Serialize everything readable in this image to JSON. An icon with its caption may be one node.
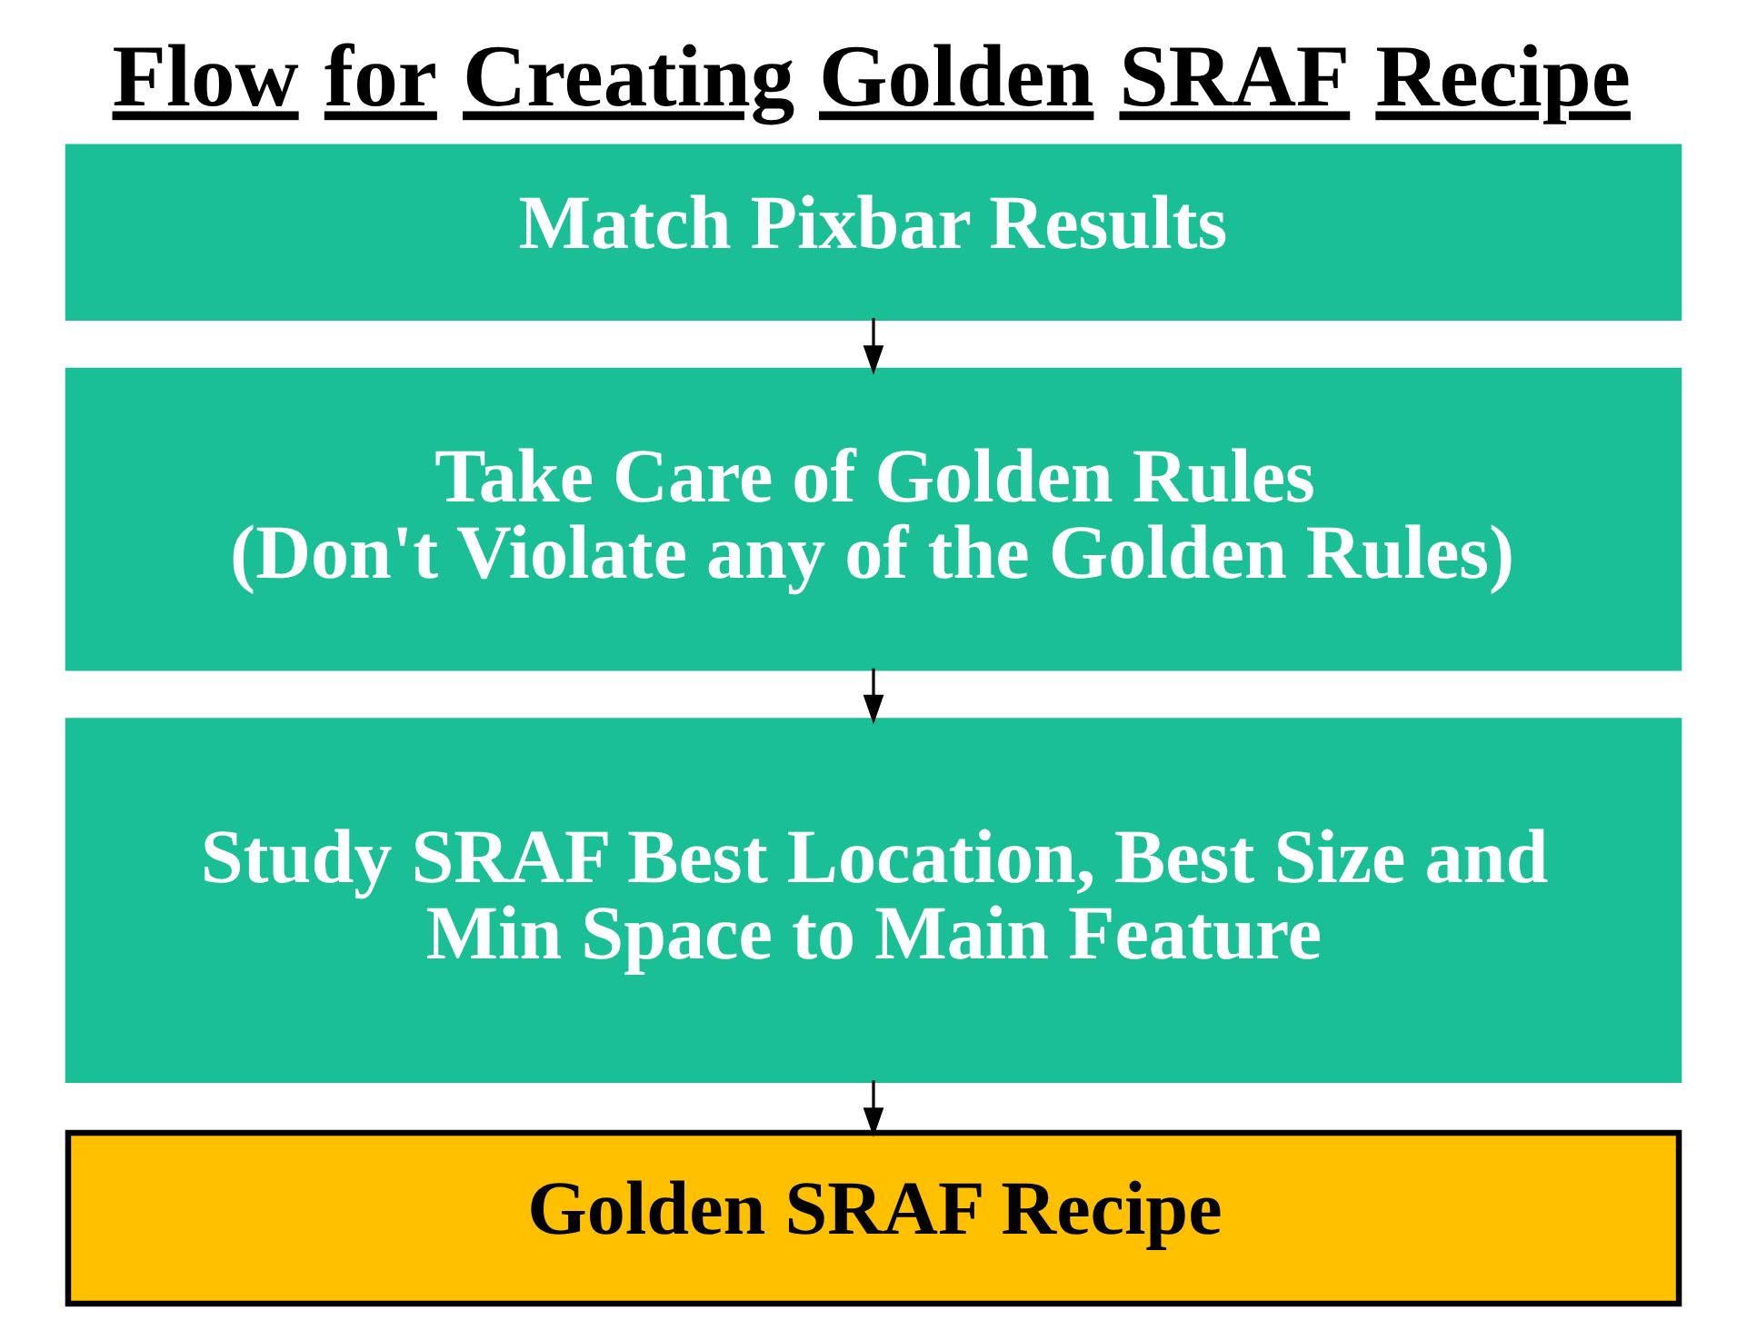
{
  "diagram": {
    "title": "Flow for Creating Golden SRAF Recipe",
    "nodes": [
      {
        "text": [
          "Match Pixbar Results"
        ]
      },
      {
        "text": [
          "Take Care of Golden Rules (Don't Violate any of the Golden Rules)"
        ]
      },
      {
        "text": [
          "Study SRAF Best Location, Best Size and Min Space to Main Feature"
        ]
      },
      {
        "text": [
          "Golden SRAF Recipe"
        ]
      }
    ],
    "edges": [
      {
        "from": 0,
        "to": 1,
        "arrow": "to"
      },
      {
        "from": 1,
        "to": 2,
        "arrow": "to"
      },
      {
        "from": 2,
        "to": 3,
        "arrow": "to"
      }
    ]
  }
}
